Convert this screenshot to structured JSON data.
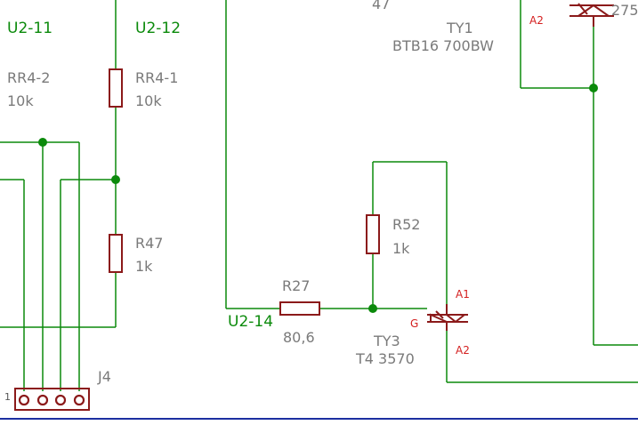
{
  "nets": {
    "u2_11": "U2-11",
    "u2_12": "U2-12",
    "u2_14": "U2-14"
  },
  "components": {
    "rr4_2": {
      "ref": "RR4-2",
      "value": "10k"
    },
    "rr4_1": {
      "ref": "RR4-1",
      "value": "10k"
    },
    "r47": {
      "ref": "R47",
      "value": "1k"
    },
    "r27": {
      "ref": "R27",
      "value": "80,6"
    },
    "r52": {
      "ref": "R52",
      "value": "1k"
    },
    "ty1": {
      "ref": "TY1",
      "value": "BTB16 700BW",
      "pin_a2": "A2"
    },
    "ty3": {
      "ref": "TY3",
      "value": "T4 3570",
      "pin_a1": "A1",
      "pin_g": "G",
      "pin_a2": "A2"
    },
    "j4": {
      "ref": "J4",
      "pin1": "1"
    }
  },
  "partial_labels": {
    "top_value": "47",
    "top_right": "275"
  },
  "colors": {
    "wire": "#0b8a0b",
    "component": "#8b1a1a",
    "pin_label": "#d42020",
    "frame_line": "#1c2fa0"
  }
}
